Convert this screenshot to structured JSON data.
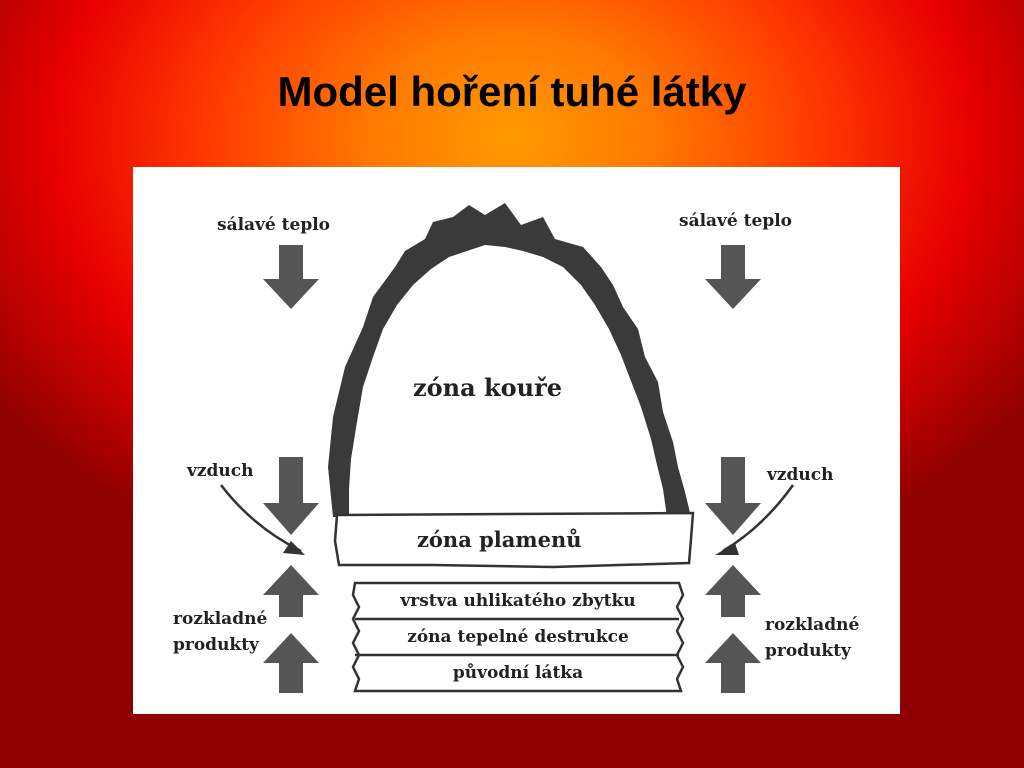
{
  "title": "Model hoření tuhé látky",
  "diagram": {
    "radiant_heat_left": "sálavé teplo",
    "radiant_heat_right": "sálavé teplo",
    "smoke_zone": "zóna kouře",
    "air_left": "vzduch",
    "air_right": "vzduch",
    "flame_zone": "zóna plamenů",
    "layers": [
      "vrstva uhlikatého zbytku",
      "zóna tepelné destrukce",
      "původní látka"
    ],
    "products_left_1": "rozkladné",
    "products_left_2": "produkty",
    "products_right_1": "rozkladné",
    "products_right_2": "produkty"
  }
}
